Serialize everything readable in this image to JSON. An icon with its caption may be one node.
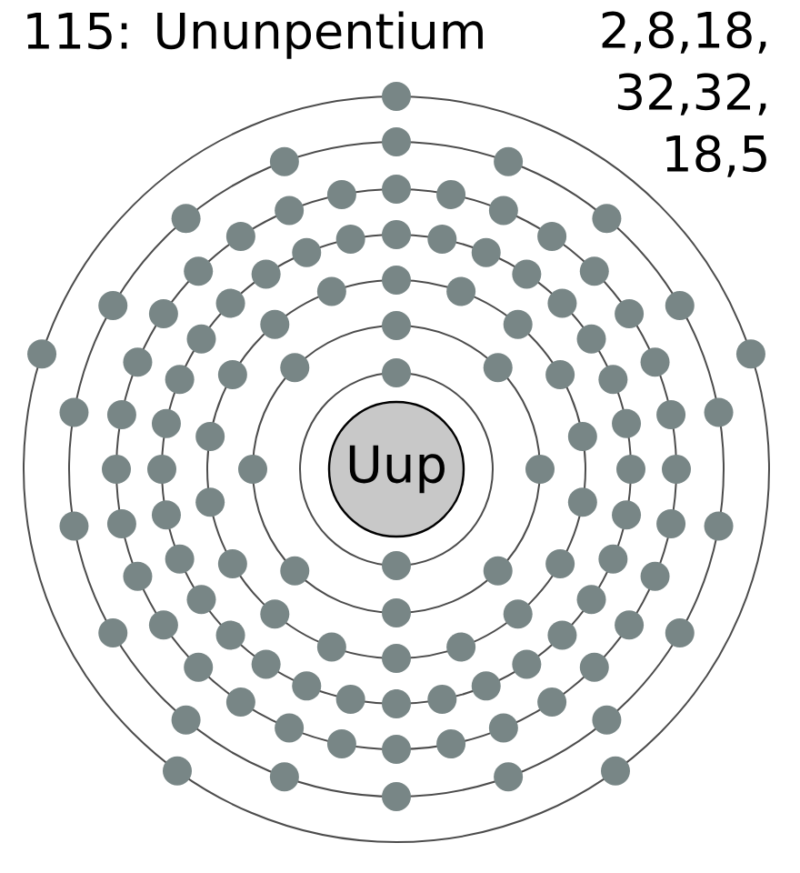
{
  "diagram": {
    "title": "115: Ununpentium",
    "nodes": [
      {
        "text": [
          "Uup"
        ]
      }
    ],
    "labels": [
      "2,8,18, 32,32, 18,5"
    ]
  }
}
